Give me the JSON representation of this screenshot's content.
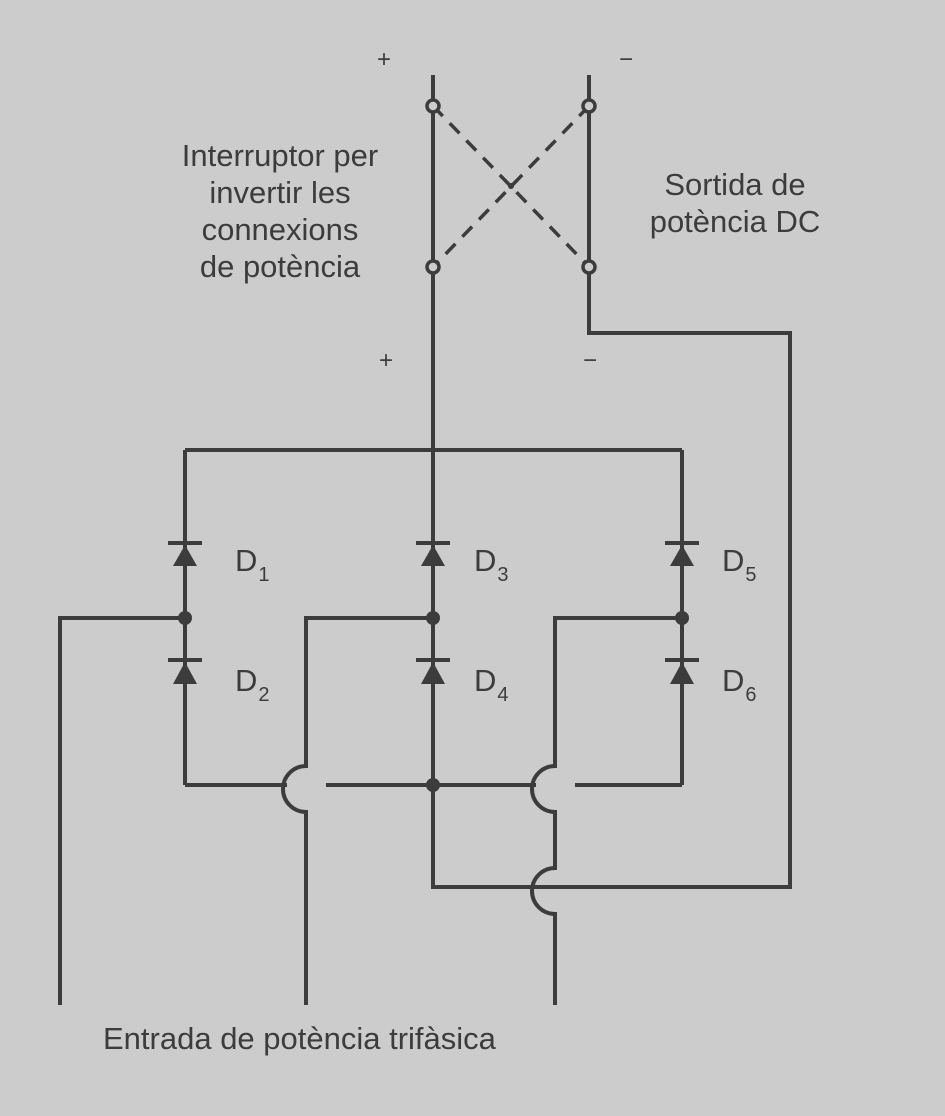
{
  "labels": {
    "switch_line1": "Interruptor per",
    "switch_line2": "invertir les",
    "switch_line3": "connexions",
    "switch_line4": "de potència",
    "output_line1": "Sortida de",
    "output_line2": "potència DC",
    "input": "Entrada de potència trifàsica",
    "plus": "+",
    "minus": "−"
  },
  "diodes": [
    {
      "letter": "D",
      "index": "1"
    },
    {
      "letter": "D",
      "index": "2"
    },
    {
      "letter": "D",
      "index": "3"
    },
    {
      "letter": "D",
      "index": "4"
    },
    {
      "letter": "D",
      "index": "5"
    },
    {
      "letter": "D",
      "index": "6"
    }
  ],
  "colors": {
    "background": "#cccccc",
    "line": "#3c3c3c"
  }
}
